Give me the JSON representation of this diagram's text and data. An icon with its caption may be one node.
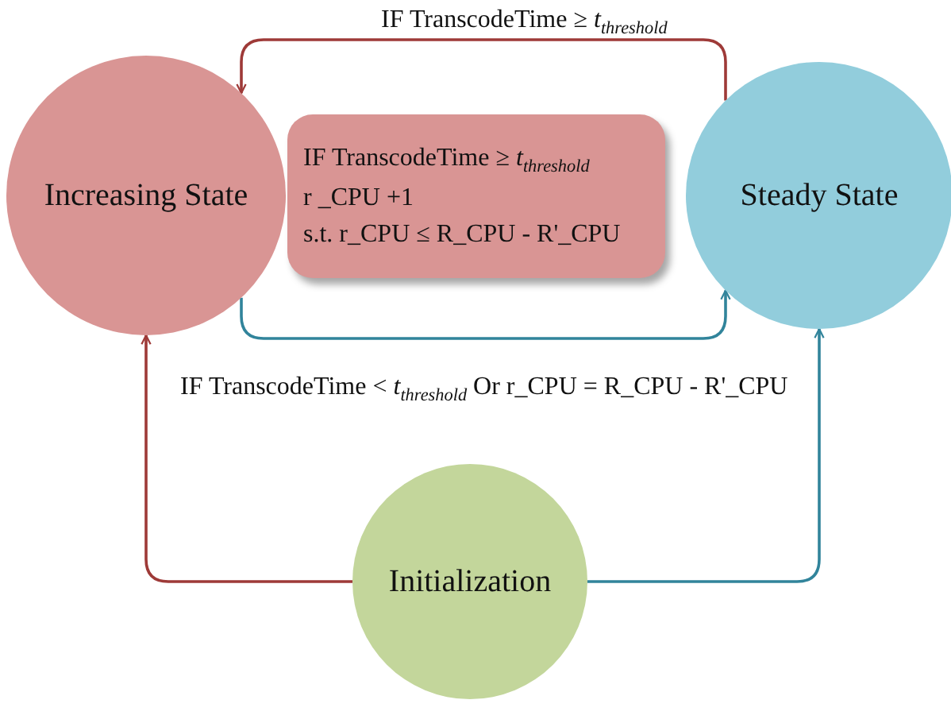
{
  "diagram": {
    "nodes": [
      {
        "text": [
          "Increasing State"
        ]
      },
      {
        "text": [
          "Steady State"
        ]
      },
      {
        "text": [
          "Initialization"
        ]
      },
      {
        "text": [
          "IF TranscodeTime ≥ *t*$_{threshold}$",
          "r _CPU +1",
          "s.t. r_CPU ≤ R_CPU - R'_CPU"
        ]
      }
    ],
    "edges": [
      {
        "from": 1,
        "to": 0,
        "arrow": "to",
        "label": "IF TranscodeTime ≥ *t*$_{threshold}$",
        "color": "#9e3a38"
      },
      {
        "from": 0,
        "to": 1,
        "arrow": "to",
        "label": "IF TranscodeTime < *t*$_{threshold}$ Or r_CPU = R_CPU - R'_CPU",
        "color": "#31849b"
      },
      {
        "from": 2,
        "to": 0,
        "arrow": "to",
        "color": "#9e3a38"
      },
      {
        "from": 2,
        "to": 1,
        "arrow": "to",
        "color": "#31849b"
      }
    ]
  }
}
